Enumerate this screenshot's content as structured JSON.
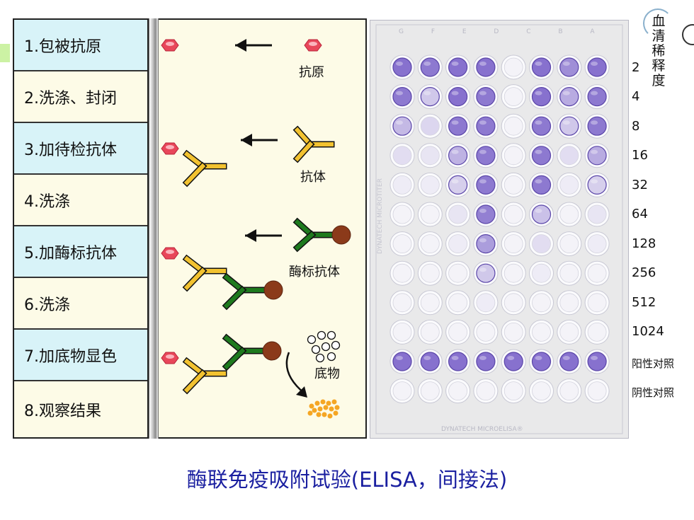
{
  "steps": [
    {
      "label": "1.包被抗原"
    },
    {
      "label": "2.洗涤、封闭"
    },
    {
      "label": "3.加待检抗体"
    },
    {
      "label": "4.洗涤"
    },
    {
      "label": "5.加酶标抗体"
    },
    {
      "label": "6.洗涤"
    },
    {
      "label": "7.加底物显色"
    },
    {
      "label": "8.观察结果"
    }
  ],
  "mechanism_labels": {
    "antigen": "抗原",
    "antibody": "抗体",
    "enzyme_antibody": "酶标抗体",
    "substrate": "底物"
  },
  "plate": {
    "top_marks": "G  F  E  D  C  B  A",
    "side_text": "DYNATECH MICROTITER",
    "bottom_text": "DYNATECH MICROELISA®",
    "row_labels": [
      "2",
      "4",
      "8",
      "16",
      "32",
      "64",
      "128",
      "256",
      "512",
      "1024",
      "阳性对照",
      "阴性对照"
    ],
    "axis_title": "血清稀释度",
    "well_intensity": [
      [
        0.9,
        0.85,
        0.9,
        0.9,
        0.0,
        0.9,
        0.7,
        0.9
      ],
      [
        0.85,
        0.3,
        0.9,
        0.85,
        0.0,
        0.9,
        0.5,
        0.85
      ],
      [
        0.4,
        0.2,
        0.85,
        0.85,
        0.0,
        0.85,
        0.3,
        0.85
      ],
      [
        0.15,
        0.1,
        0.45,
        0.85,
        0.0,
        0.85,
        0.15,
        0.5
      ],
      [
        0.05,
        0.05,
        0.25,
        0.85,
        0.0,
        0.85,
        0.05,
        0.25
      ],
      [
        0.0,
        0.0,
        0.1,
        0.8,
        0.0,
        0.35,
        0.0,
        0.1
      ],
      [
        0.0,
        0.0,
        0.05,
        0.6,
        0.0,
        0.15,
        0.0,
        0.05
      ],
      [
        0.0,
        0.0,
        0.0,
        0.3,
        0.0,
        0.05,
        0.0,
        0.0
      ],
      [
        0.0,
        0.0,
        0.0,
        0.05,
        0.0,
        0.0,
        0.0,
        0.0
      ],
      [
        0.0,
        0.0,
        0.0,
        0.0,
        0.0,
        0.0,
        0.0,
        0.0
      ],
      [
        0.9,
        0.9,
        0.9,
        0.9,
        0.9,
        0.9,
        0.9,
        0.9
      ],
      [
        0.0,
        0.0,
        0.0,
        0.0,
        0.0,
        0.0,
        0.0,
        0.0
      ]
    ]
  },
  "caption": "酶联免疫吸附试验(ELISA，间接法)",
  "colors": {
    "antigen": "#e8475a",
    "antibody": "#f2c230",
    "enzyme_antibody": "#1e7a1e",
    "enzyme": "#8b3a1a",
    "substrate_product": "#f5a623",
    "well_purple": "#7b63c9",
    "caption": "#1a1fa0"
  }
}
